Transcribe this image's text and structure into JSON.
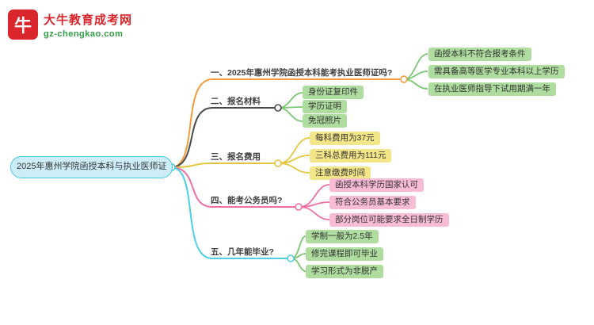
{
  "logo": {
    "title": "大牛教育成考网",
    "url": "gz-chengkao.com",
    "icon_glyph": "牛",
    "brand_color": "#d9252b",
    "url_color": "#2f9e45"
  },
  "root": {
    "label": "2025年惠州学院函授本科与执业医师证",
    "bg": "#cdeef8",
    "border_color": "#49c8e2"
  },
  "branches": [
    {
      "label": "一、2025年惠州学院函授本科能考执业医师证吗?",
      "line_color": "#f29b3b",
      "child_line_color": "#7cc674",
      "child_bg": "#aedd9f",
      "children": [
        "函授本科不符合报考条件",
        "需具备高等医学专业本科以上学历",
        "在执业医师指导下试用期满一年"
      ]
    },
    {
      "label": "二、报名材料",
      "line_color": "#4a4a4a",
      "child_line_color": "#7cc674",
      "child_bg": "#aedd9f",
      "children": [
        "身份证复印件",
        "学历证明",
        "免冠照片"
      ]
    },
    {
      "label": "三、报名费用",
      "line_color": "#e3c63d",
      "child_line_color": "#e3c63d",
      "child_bg": "#f2e688",
      "children": [
        "每科费用为37元",
        "三科总费用为111元",
        "注意缴费时间"
      ]
    },
    {
      "label": "四、能考公务员吗?",
      "line_color": "#ee6fa4",
      "child_line_color": "#ee6fa4",
      "child_bg": "#f8bcd4",
      "children": [
        "函授本科学历国家认可",
        "符合公务员基本要求",
        "部分岗位可能要求全日制学历"
      ]
    },
    {
      "label": "五、几年能毕业?",
      "line_color": "#4bd0e6",
      "child_line_color": "#7cc674",
      "child_bg": "#aedd9f",
      "children": [
        "学制一般为2.5年",
        "修完课程即可毕业",
        "学习形式为非脱产"
      ]
    }
  ]
}
